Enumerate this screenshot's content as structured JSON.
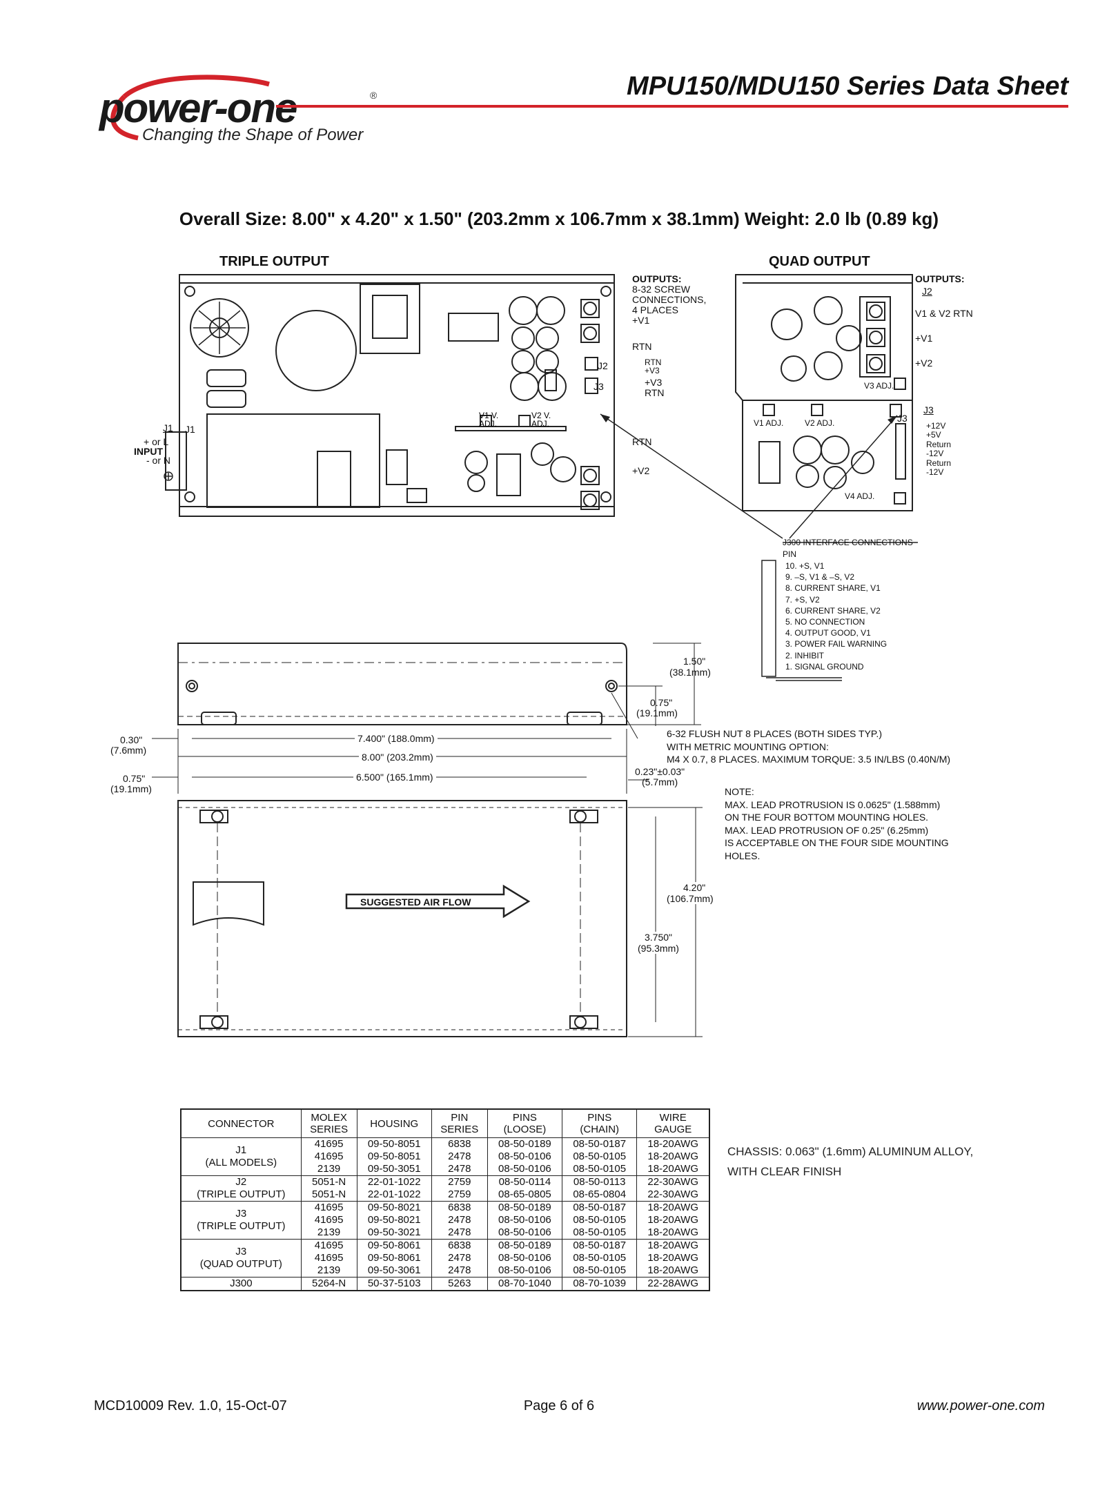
{
  "header": {
    "logo_word": "power-one",
    "logo_tagline": "Changing the Shape of Power",
    "doc_title": "MPU150/MDU150 Series Data Sheet",
    "brand_color": "#d3232a"
  },
  "overall_size": "Overall Size: 8.00\" x 4.20\" x 1.50\" (203.2mm x 106.7mm x 38.1mm)  Weight: 2.0 lb (0.89 kg)",
  "triple_output": {
    "title": "TRIPLE OUTPUT",
    "outputs_label": "OUTPUTS:",
    "outputs_lines": [
      "8-32 SCREW",
      "CONNECTIONS,",
      "4 PLACES"
    ],
    "plus_v1": "+V1",
    "rtn_1": "RTN",
    "j2": "J2",
    "j2_rtn": "RTN",
    "j2_v3": "+V3",
    "j3": "J3",
    "j3_v3": "+V3",
    "j3_rtn": "RTN",
    "rtn_2": "RTN",
    "plus_v2": "+V2",
    "v1_adj": [
      "V1 V.",
      "ADJ."
    ],
    "v2_adj": [
      "V2 V.",
      "ADJ."
    ],
    "j1_outer": "J1",
    "j1_inner": "J1",
    "input_l": "+ or L",
    "input": "INPUT",
    "input_n": "- or N"
  },
  "quad_output": {
    "title": "QUAD OUTPUT",
    "outputs_label": "OUTPUTS:",
    "j2": "J2",
    "v1v2_rtn": "V1 & V2 RTN",
    "plus_v1": "+V1",
    "plus_v2": "+V2",
    "v3_adj": "V3 ADJ.",
    "v1_adj": "V1 ADJ.",
    "v2_adj": "V2 ADJ.",
    "v4_adj": "V4 ADJ.",
    "j3_label": "J3",
    "j3_side": "J3",
    "j3_pins": [
      "+12V",
      "+5V",
      "Return",
      "-12V",
      "Return",
      "-12V"
    ]
  },
  "j300": {
    "title": "J300 INTERFACE CONNECTIONS",
    "pin_label": "PIN",
    "pins": [
      "10. +S, V1",
      "9. –S, V1 & –S, V2",
      "8. CURRENT SHARE, V1",
      "7. +S, V2",
      "6. CURRENT SHARE, V2",
      "5. NO CONNECTION",
      "4. OUTPUT GOOD, V1",
      "3. POWER FAIL WARNING",
      "2. INHIBIT",
      "1. SIGNAL GROUND"
    ]
  },
  "dimensions": {
    "height_in": "1.50\"",
    "height_mm": "(38.1mm)",
    "nut_in": "0.75\"",
    "nut_mm": "(19.1mm)",
    "left_in": "0.30\"",
    "left_mm": "(7.6mm)",
    "d7400": "7.400\" (188.0mm)",
    "d800": "8.00\" (203.2mm)",
    "left2_in": "0.75\"",
    "left2_mm": "(19.1mm)",
    "d6500": "6.500\" (165.1mm)",
    "tol_in": "0.23\"±0.03\"",
    "tol_mm": "(5.7mm)",
    "nut_note": [
      "6-32 FLUSH NUT 8 PLACES (BOTH SIDES TYP.)",
      "WITH METRIC MOUNTING OPTION:",
      "M4 X 0.7, 8 PLACES. MAXIMUM TORQUE: 3.5 IN/LBS (0.40N/M)"
    ],
    "note": [
      "NOTE:",
      "MAX. LEAD PROTRUSION IS 0.0625\" (1.588mm)",
      "ON THE FOUR BOTTOM MOUNTING HOLES.",
      "MAX. LEAD PROTRUSION OF 0.25\" (6.25mm)",
      "IS ACCEPTABLE ON THE FOUR SIDE MOUNTING",
      "HOLES."
    ],
    "d420_in": "4.20\"",
    "d420_mm": "(106.7mm)",
    "d3750_in": "3.750\"",
    "d3750_mm": "(95.3mm)",
    "airflow": "SUGGESTED AIR FLOW"
  },
  "table": {
    "headers": [
      [
        "CONNECTOR"
      ],
      [
        "MOLEX",
        "SERIES"
      ],
      [
        "HOUSING"
      ],
      [
        "PIN",
        "SERIES"
      ],
      [
        "PINS",
        "(LOOSE)"
      ],
      [
        "PINS",
        "(CHAIN)"
      ],
      [
        "WIRE",
        "GAUGE"
      ]
    ],
    "groups": [
      {
        "connector": [
          "J1",
          "(ALL MODELS)"
        ],
        "rows": [
          [
            "41695",
            "09-50-8051",
            "6838",
            "08-50-0189",
            "08-50-0187",
            "18-20AWG"
          ],
          [
            "41695",
            "09-50-8051",
            "2478",
            "08-50-0106",
            "08-50-0105",
            "18-20AWG"
          ],
          [
            "2139",
            "09-50-3051",
            "2478",
            "08-50-0106",
            "08-50-0105",
            "18-20AWG"
          ]
        ]
      },
      {
        "connector": [
          "J2",
          "(TRIPLE OUTPUT)"
        ],
        "rows": [
          [
            "5051-N",
            "22-01-1022",
            "2759",
            "08-50-0114",
            "08-50-0113",
            "22-30AWG"
          ],
          [
            "5051-N",
            "22-01-1022",
            "2759",
            "08-65-0805",
            "08-65-0804",
            "22-30AWG"
          ]
        ]
      },
      {
        "connector": [
          "J3",
          "(TRIPLE OUTPUT)"
        ],
        "rows": [
          [
            "41695",
            "09-50-8021",
            "6838",
            "08-50-0189",
            "08-50-0187",
            "18-20AWG"
          ],
          [
            "41695",
            "09-50-8021",
            "2478",
            "08-50-0106",
            "08-50-0105",
            "18-20AWG"
          ],
          [
            "2139",
            "09-50-3021",
            "2478",
            "08-50-0106",
            "08-50-0105",
            "18-20AWG"
          ]
        ]
      },
      {
        "connector": [
          "J3",
          "(QUAD OUTPUT)"
        ],
        "rows": [
          [
            "41695",
            "09-50-8061",
            "6838",
            "08-50-0189",
            "08-50-0187",
            "18-20AWG"
          ],
          [
            "41695",
            "09-50-8061",
            "2478",
            "08-50-0106",
            "08-50-0105",
            "18-20AWG"
          ],
          [
            "2139",
            "09-50-3061",
            "2478",
            "08-50-0106",
            "08-50-0105",
            "18-20AWG"
          ]
        ]
      },
      {
        "connector": [
          "J300"
        ],
        "rows": [
          [
            "5264-N",
            "50-37-5103",
            "5263",
            "08-70-1040",
            "08-70-1039",
            "22-28AWG"
          ]
        ]
      }
    ]
  },
  "chassis": [
    "CHASSIS:  0.063\" (1.6mm) ALUMINUM ALLOY,",
    "WITH CLEAR FINISH"
  ],
  "footer": {
    "left": "MCD10009 Rev. 1.0, 15-Oct-07",
    "center": "Page 6 of 6",
    "right": "www.power-one.com"
  }
}
